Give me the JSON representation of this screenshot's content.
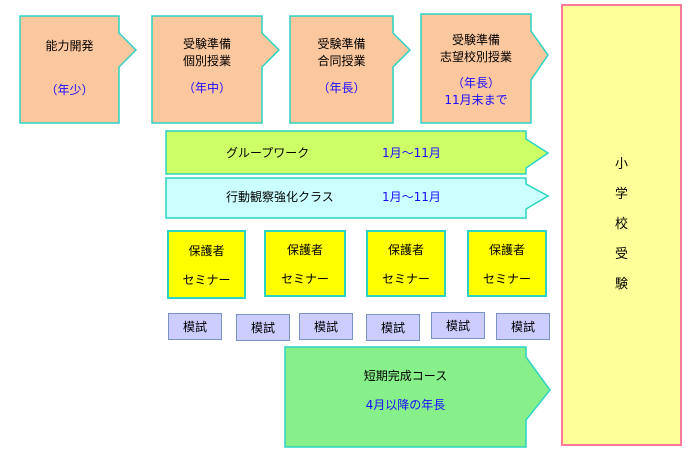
{
  "top_stages": [
    {
      "title": "能力開発",
      "sub": "（年少）"
    },
    {
      "title": "受験準備\n個別授業",
      "sub": "（年中）"
    },
    {
      "title": "受験準備\n合同授業",
      "sub": "（年長）"
    },
    {
      "title": "受験準備\n志望校別授業",
      "sub": "（年長）\n11月末まで"
    }
  ],
  "bands": [
    {
      "label": "グループワーク",
      "period": "1月～11月"
    },
    {
      "label": "行動観察強化クラス",
      "period": "1月～11月"
    }
  ],
  "seminars": [
    {
      "line1": "保護者",
      "line2": "セミナー"
    },
    {
      "line1": "保護者",
      "line2": "セミナー"
    },
    {
      "line1": "保護者",
      "line2": "セミナー"
    },
    {
      "line1": "保護者",
      "line2": "セミナー"
    }
  ],
  "mock_tests": [
    "模試",
    "模試",
    "模試",
    "模試",
    "模試",
    "模試"
  ],
  "short_course": {
    "title": "短期完成コース",
    "sub": "4月以降の年長"
  },
  "exam": {
    "label": "小学校受験"
  },
  "colors": {
    "stage_fill": "#fbc79e",
    "band1_fill": "#ccff66",
    "band2_fill": "#ccffff",
    "short_fill": "#88f08a",
    "seminar_fill": "#ffff00",
    "mock_fill": "#ccccff",
    "exam_fill": "#ffff99",
    "exam_border": "#ff7a9a",
    "sub_text": "#1a0aff"
  }
}
